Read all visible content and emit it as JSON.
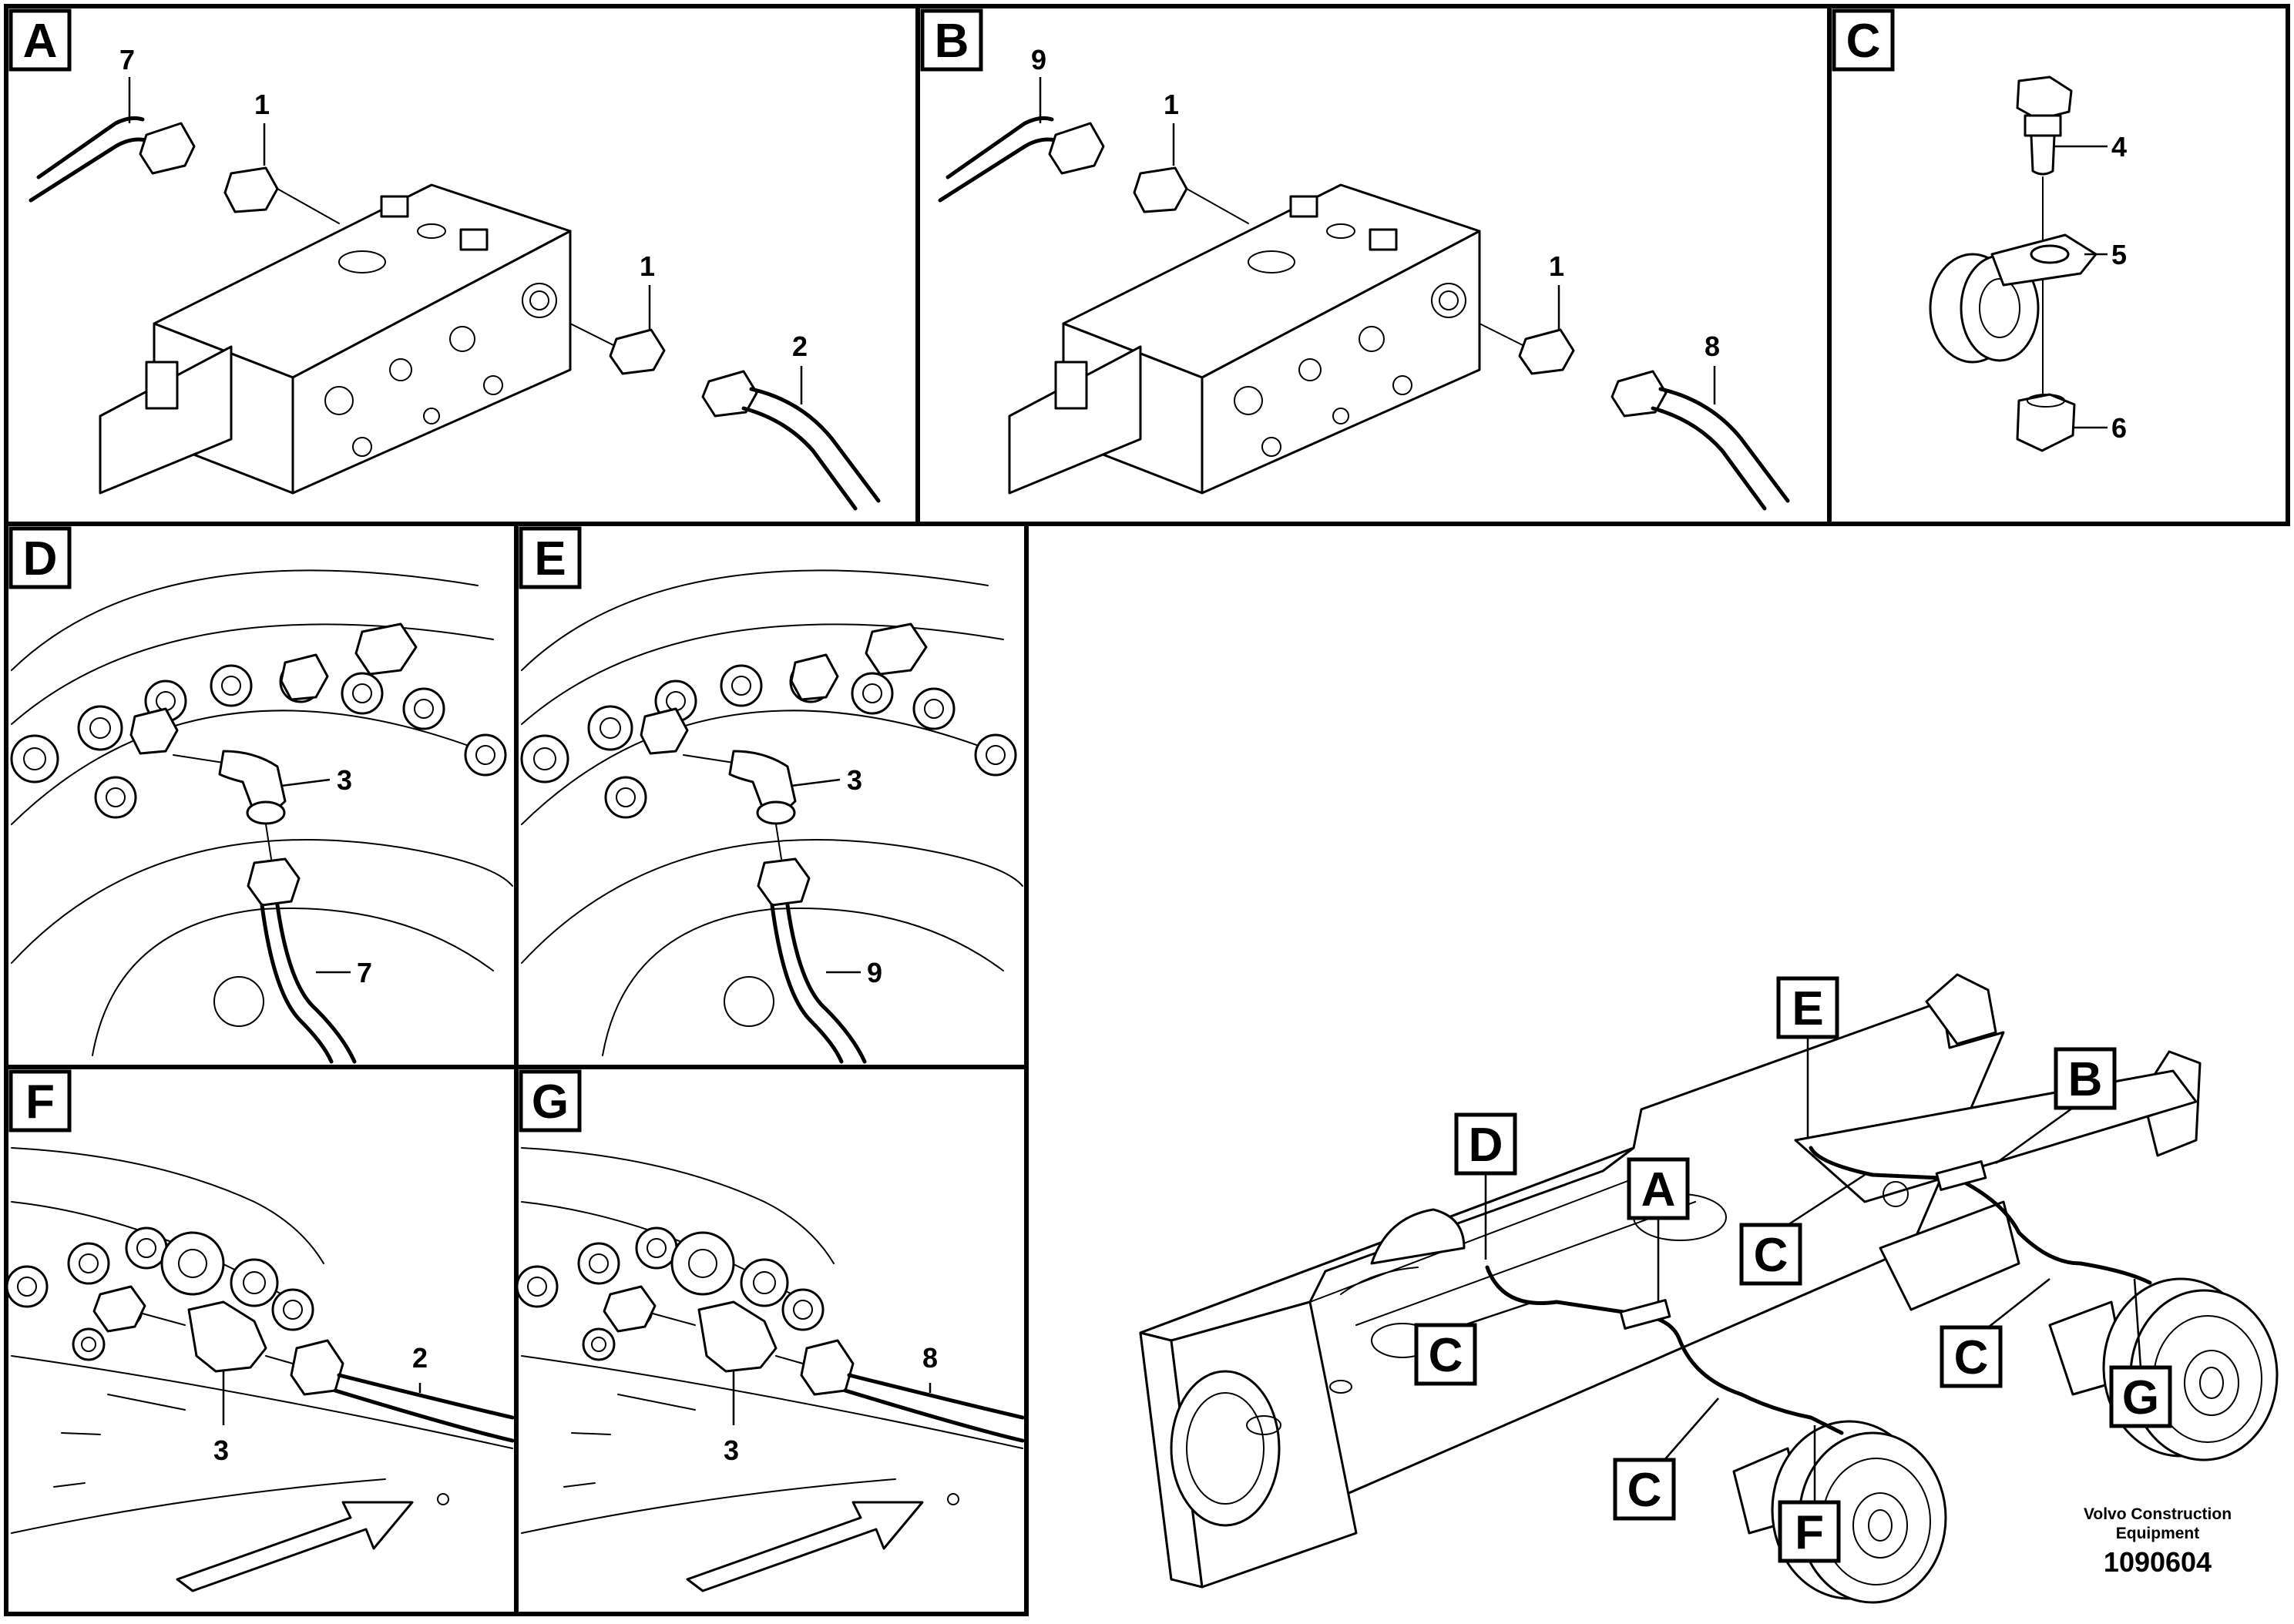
{
  "panels": [
    {
      "id": "A",
      "label": "A",
      "callouts": [
        "7",
        "1",
        "1",
        "2"
      ]
    },
    {
      "id": "B",
      "label": "B",
      "callouts": [
        "9",
        "1",
        "1",
        "8"
      ]
    },
    {
      "id": "C",
      "label": "C",
      "callouts": [
        "4",
        "5",
        "6"
      ]
    },
    {
      "id": "D",
      "label": "D",
      "callouts": [
        "3",
        "7"
      ]
    },
    {
      "id": "E",
      "label": "E",
      "callouts": [
        "3",
        "9"
      ]
    },
    {
      "id": "F",
      "label": "F",
      "callouts": [
        "2",
        "3"
      ]
    },
    {
      "id": "G",
      "label": "G",
      "callouts": [
        "8",
        "3"
      ]
    }
  ],
  "overview": {
    "tags": [
      "E",
      "B",
      "D",
      "A",
      "C",
      "C",
      "C",
      "G",
      "C",
      "F"
    ]
  },
  "footer": {
    "company_line1": "Volvo Construction",
    "company_line2": "Equipment",
    "doc_number": "1090604"
  }
}
